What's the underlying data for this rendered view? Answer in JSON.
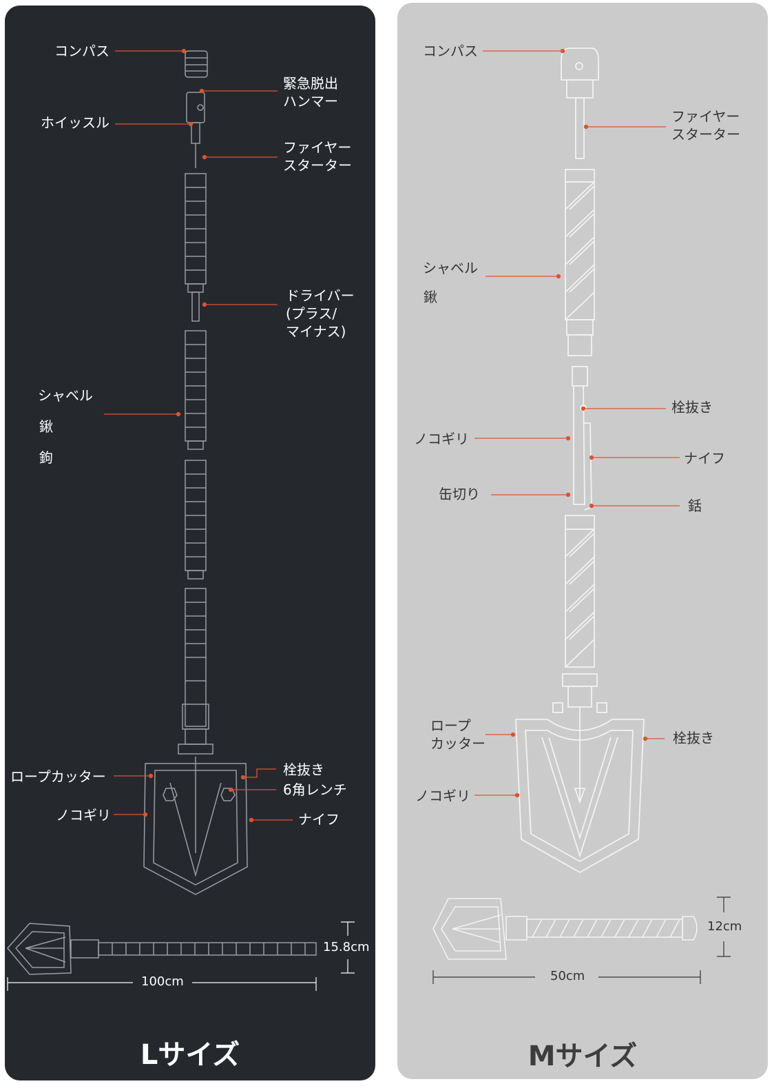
{
  "panels": {
    "large": {
      "title": "Lサイズ",
      "background": "#25292e",
      "callout_color": "#e0522e",
      "labels": {
        "compass": "コンパス",
        "hammer": "緊急脱出\nハンマー",
        "whistle": "ホイッスル",
        "fire_starter": "ファイヤー\nスターター",
        "screwdriver": "ドライバー\n(プラス/\nマイナス)",
        "shovel": "シャベル",
        "shovel_kanji1": "鍬",
        "shovel_kanji2": "鉤",
        "rope_cutter": "ロープカッター",
        "bottle_opener": "栓抜き",
        "hex_wrench": "6角レンチ",
        "saw": "ノコギリ",
        "knife": "ナイフ"
      },
      "dimensions": {
        "length": "100cm",
        "width": "15.8cm"
      }
    },
    "medium": {
      "title": "Mサイズ",
      "background": "#cbcbcb",
      "callout_color": "#e0522e",
      "labels": {
        "compass": "コンパス",
        "fire_starter": "ファイヤー\nスターター",
        "shovel": "シャベル",
        "shovel_kanji": "鍬",
        "bottle_opener": "栓抜き",
        "saw": "ノコギリ",
        "knife": "ナイフ",
        "can_opener": "缶切り",
        "chisel": "銛",
        "rope_cutter": "ロープ\nカッター",
        "bottle_opener2": "栓抜き",
        "saw2": "ノコギリ"
      },
      "dimensions": {
        "length": "50cm",
        "width": "12cm"
      }
    }
  }
}
